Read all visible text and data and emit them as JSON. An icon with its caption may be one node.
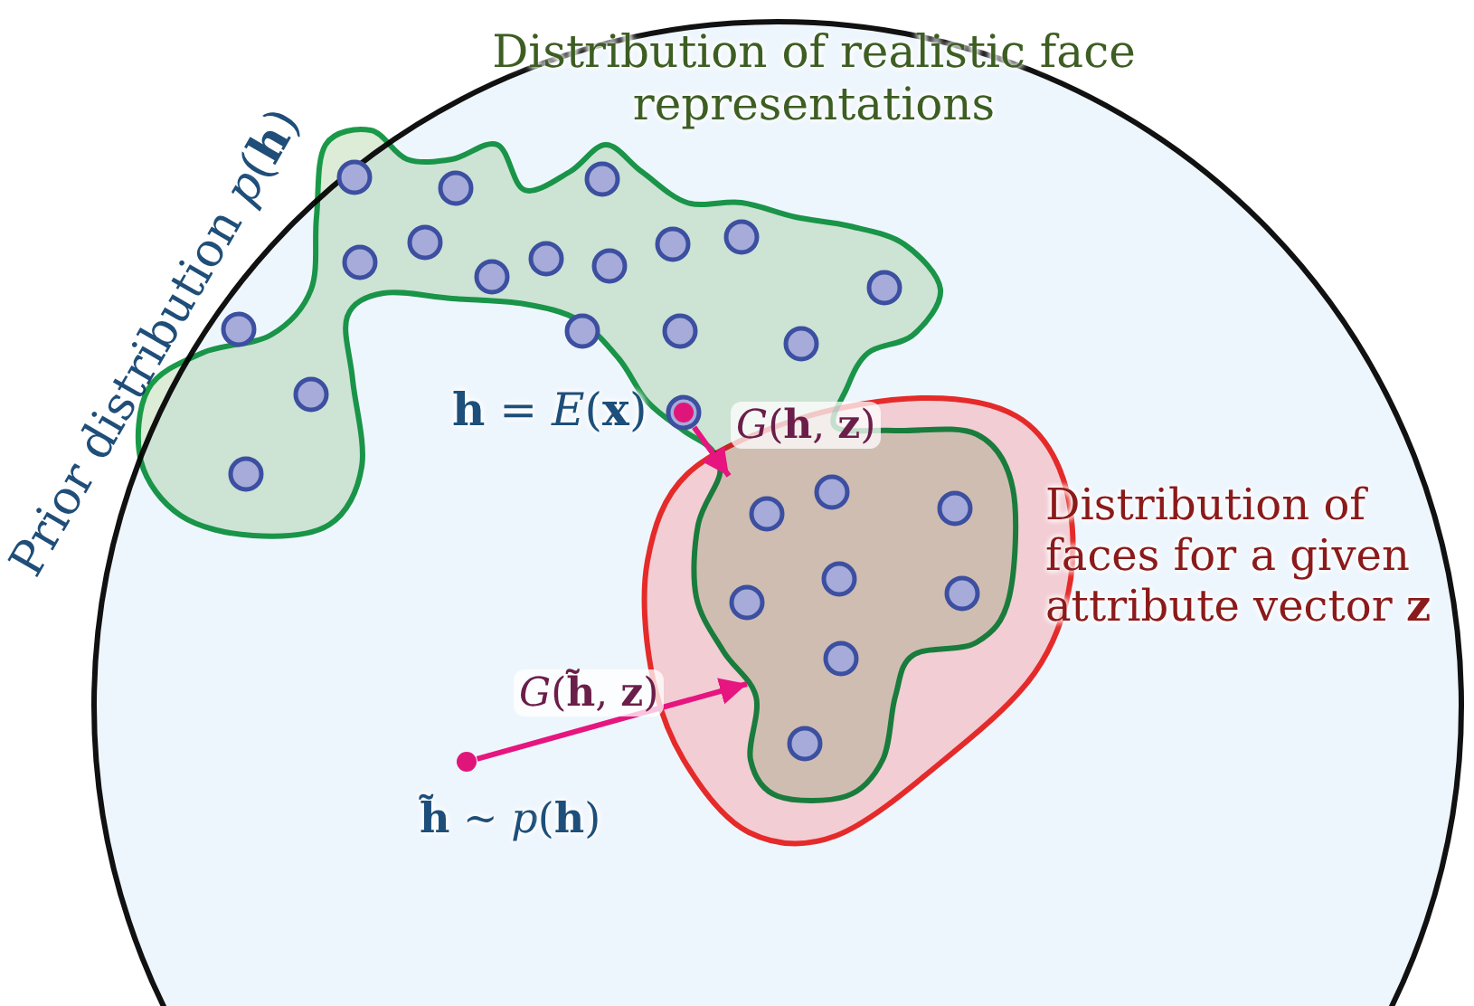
{
  "diagram": {
    "nodes": [
      {
        "text": [
          "Prior distribution *p*(**h**)"
        ]
      },
      {
        "text": [
          "Distribution of realistic face representations"
        ],
        "in": 0
      },
      {
        "text": [
          "Distribution of faces for a given attribute vector **z**"
        ],
        "in": 0
      },
      {
        "text": [],
        "shape": "circle",
        "beside": [
          "**h** = *E*(**x**)"
        ],
        "in": 1
      },
      {
        "text": [],
        "shape": "circle",
        "beside": [
          "**h̃** ~ *p*(**h**)"
        ],
        "in": 0
      },
      {
        "text": [],
        "shape": "circle",
        "in": 1
      },
      {
        "text": [],
        "shape": "circle",
        "in": 1
      },
      {
        "text": [],
        "shape": "circle",
        "in": 1
      },
      {
        "text": [],
        "shape": "circle",
        "in": 1
      },
      {
        "text": [],
        "shape": "circle",
        "in": 1
      },
      {
        "text": [],
        "shape": "circle",
        "in": 1
      },
      {
        "text": [],
        "shape": "circle",
        "in": 1
      },
      {
        "text": [],
        "shape": "circle",
        "in": 1
      },
      {
        "text": [],
        "shape": "circle",
        "in": 1
      },
      {
        "text": [],
        "shape": "circle",
        "in": 1
      },
      {
        "text": [],
        "shape": "circle",
        "in": 1
      },
      {
        "text": [],
        "shape": "circle",
        "in": 1
      },
      {
        "text": [],
        "shape": "circle",
        "in": 1
      },
      {
        "text": [],
        "shape": "circle",
        "in": 1
      },
      {
        "text": [],
        "shape": "circle",
        "in": 1
      },
      {
        "text": [],
        "shape": "circle",
        "in": 1
      },
      {
        "text": [],
        "shape": "circle",
        "in": 1
      },
      {
        "text": [],
        "shape": "circle"
      },
      {
        "text": [],
        "shape": "circle"
      },
      {
        "text": [],
        "shape": "circle"
      },
      {
        "text": [],
        "shape": "circle"
      },
      {
        "text": [],
        "shape": "circle"
      },
      {
        "text": [],
        "shape": "circle"
      },
      {
        "text": [],
        "shape": "circle"
      },
      {
        "text": [],
        "shape": "circle"
      }
    ],
    "edges": [
      {
        "from": 3,
        "to": 2,
        "arrow": "to",
        "label": "*G*(**h**, **z**)"
      },
      {
        "from": 4,
        "to": 2,
        "arrow": "to",
        "label": "*G*(**h̃**, **z**)"
      }
    ]
  }
}
